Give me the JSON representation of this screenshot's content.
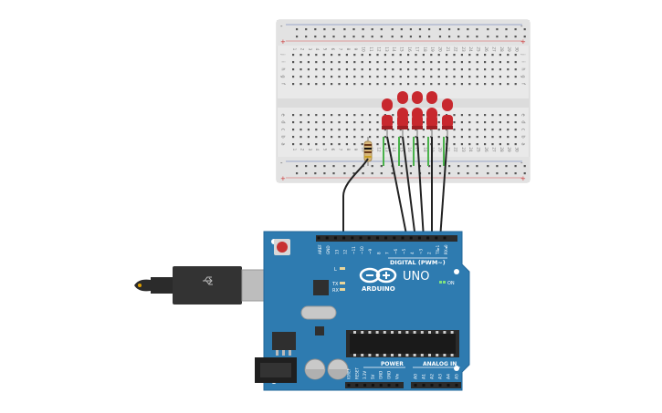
{
  "breadboard": {
    "column_numbers": [
      "1",
      "2",
      "3",
      "4",
      "5",
      "6",
      "7",
      "8",
      "9",
      "10",
      "11",
      "12",
      "13",
      "14",
      "15",
      "16",
      "17",
      "18",
      "19",
      "20",
      "21",
      "22",
      "23",
      "24",
      "25",
      "26",
      "27",
      "28",
      "29",
      "30"
    ],
    "row_letters_top": [
      "j",
      "i",
      "h",
      "g",
      "f"
    ],
    "row_letters_bottom": [
      "e",
      "d",
      "c",
      "b",
      "a"
    ],
    "rail_plus": "+",
    "rail_minus": "-",
    "colors": {
      "body": "#e8e8e8",
      "hole": "#4a4a4a",
      "rail_red": "#d23a3a",
      "rail_blue": "#3a5fb5"
    }
  },
  "leds": {
    "count": 5,
    "color": "#c8282e",
    "leg_color": "#49b24a"
  },
  "arduino": {
    "logo_text": "ARDUINO",
    "model": "UNO",
    "digital_label": "DIGITAL (PWM~)",
    "power_label": "POWER",
    "analog_label": "ANALOG IN",
    "on_label": "ON",
    "l_label": "L",
    "tx_label": "TX",
    "rx_label": "RX",
    "digital_pins": [
      "AREF",
      "GND",
      "13",
      "12",
      "~11",
      "~10",
      "~9",
      "8",
      "7",
      "~6",
      "~5",
      "4",
      "~3",
      "2",
      "TX▸1",
      "RX◂0"
    ],
    "power_pins": [
      "IOREF",
      "RESET",
      "3.3V",
      "5V",
      "GND",
      "GND",
      "Vin"
    ],
    "analog_pins": [
      "A0",
      "A1",
      "A2",
      "A3",
      "A4",
      "A5"
    ],
    "colors": {
      "board": "#2e7bb0",
      "board_dark": "#1f5f8c",
      "header": "#2b2b2b",
      "text": "#ffffff"
    }
  },
  "usb": {
    "colors": {
      "plug": "#3a3a3a",
      "shell": "#b9b9b9"
    }
  }
}
